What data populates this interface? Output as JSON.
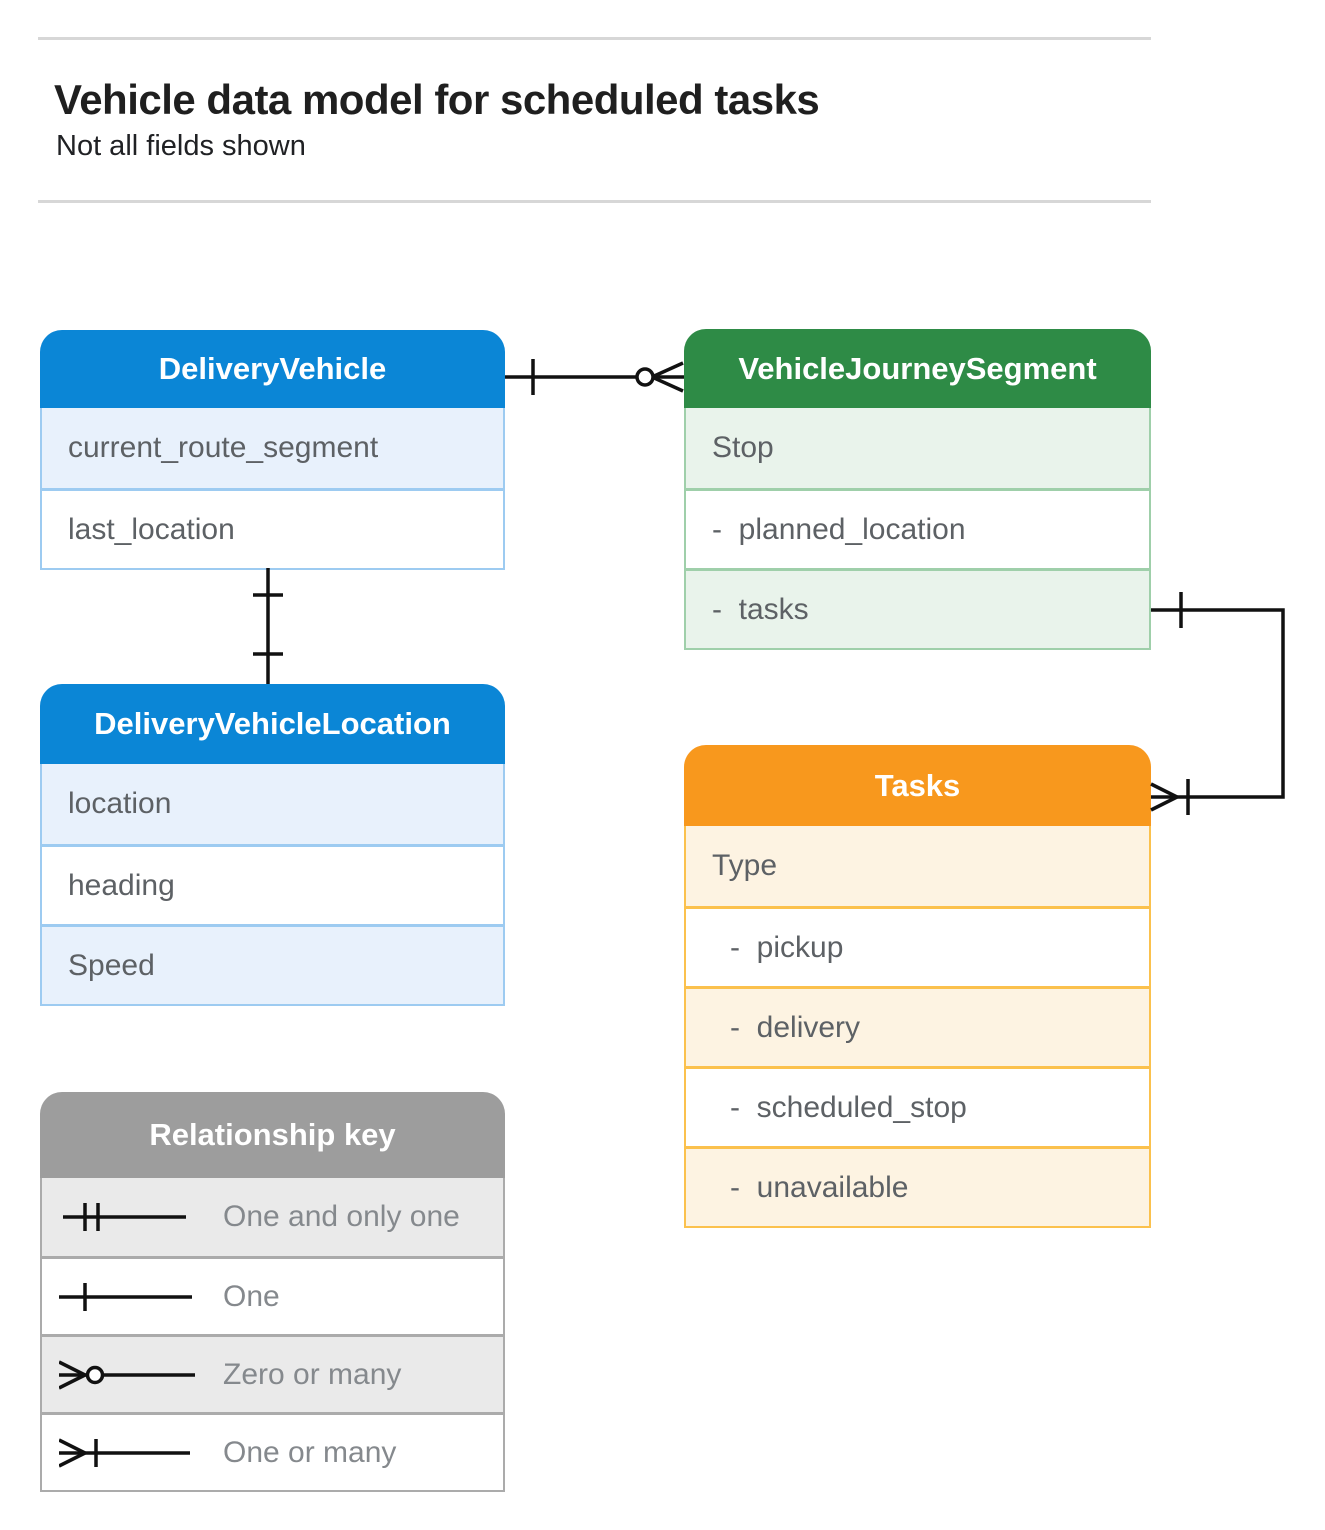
{
  "page": {
    "title": "Vehicle data model for scheduled tasks",
    "subtitle": "Not all fields shown"
  },
  "entities": {
    "delivery_vehicle": {
      "title": "DeliveryVehicle",
      "rows": [
        "current_route_segment",
        "last_location"
      ]
    },
    "vehicle_journey_segment": {
      "title": "VehicleJourneySegment",
      "rows": [
        "Stop",
        "-  planned_location",
        "-  tasks"
      ]
    },
    "delivery_vehicle_location": {
      "title": "DeliveryVehicleLocation",
      "rows": [
        "location",
        "heading",
        "Speed"
      ]
    },
    "tasks": {
      "title": "Tasks",
      "rows": [
        "Type",
        "-  pickup",
        "-  delivery",
        "-  scheduled_stop",
        "-  unavailable"
      ]
    }
  },
  "legend": {
    "title": "Relationship key",
    "items": [
      {
        "symbol": "one-and-only-one-symbol",
        "label": "One and only one"
      },
      {
        "symbol": "one-symbol",
        "label": "One"
      },
      {
        "symbol": "zero-or-many-symbol",
        "label": "Zero or many"
      },
      {
        "symbol": "one-or-many-symbol",
        "label": "One or many"
      }
    ]
  },
  "relationships": [
    {
      "from": "DeliveryVehicle",
      "from_cardinality": "one",
      "to": "VehicleJourneySegment",
      "to_cardinality": "zero-or-many"
    },
    {
      "from": "DeliveryVehicle",
      "from_cardinality": "one",
      "to": "DeliveryVehicleLocation",
      "to_cardinality": "one"
    },
    {
      "from": "VehicleJourneySegment.tasks",
      "from_cardinality": "one",
      "to": "Tasks",
      "to_cardinality": "one-or-many"
    }
  ],
  "colors": {
    "blue_header": "#0b86d6",
    "blue_tint": "#e8f1fc",
    "blue_border": "#9dcbf1",
    "green_header": "#2e8b46",
    "green_tint": "#e9f3eb",
    "green_border": "#9fcfaa",
    "orange_header": "#f8981d",
    "orange_tint": "#fdf3e2",
    "orange_border": "#fbc14d",
    "gray_header": "#9d9d9d",
    "gray_tint": "#eaeaea",
    "gray_border": "#ababab",
    "row_text": "#5d6165",
    "line": "#111111",
    "rule": "#d7d7d7"
  }
}
